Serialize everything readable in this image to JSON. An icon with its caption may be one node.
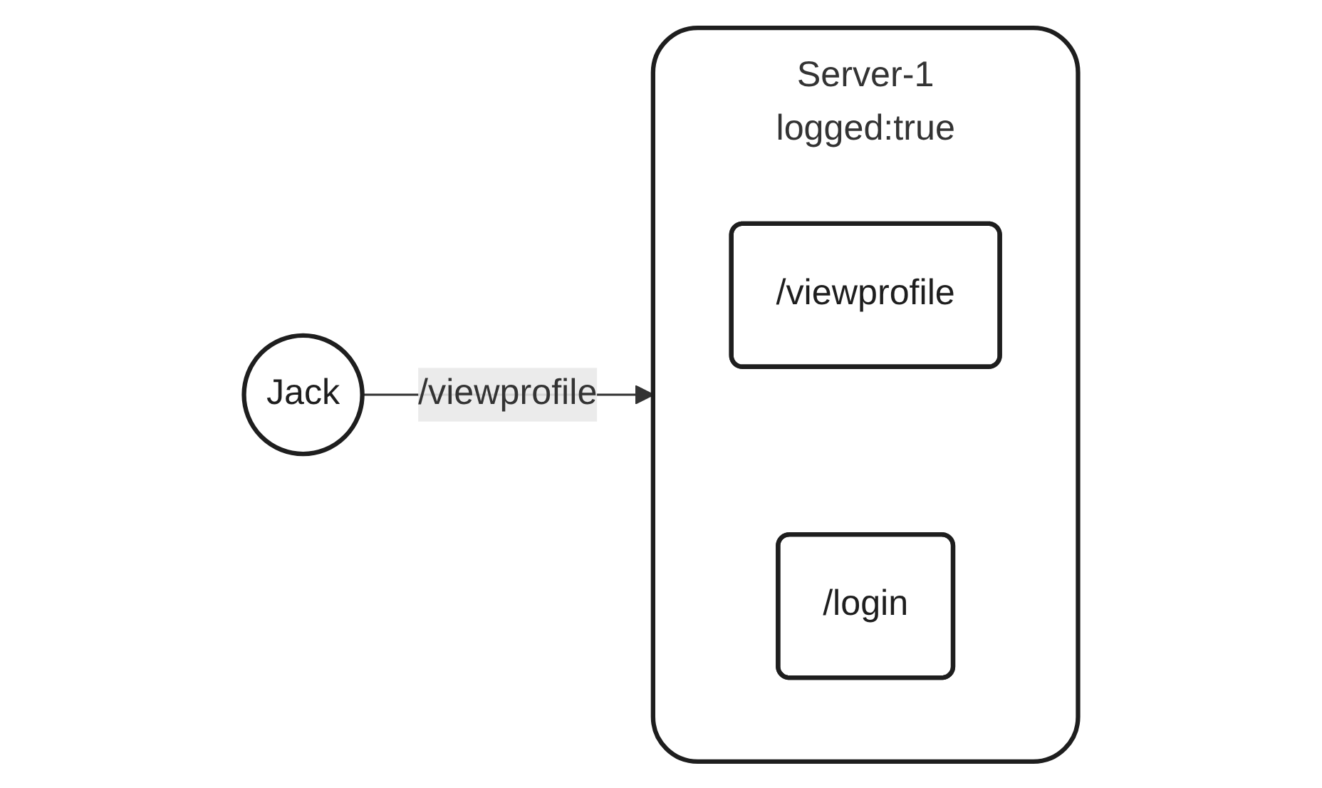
{
  "diagram": {
    "nodes": [
      {
        "text": [
          "Jack"
        ]
      },
      {
        "text": [
          "Server-1",
          "logged:true"
        ]
      },
      {
        "text": [
          "/viewprofile"
        ],
        "in": 1
      },
      {
        "text": [
          "/login"
        ],
        "in": 1
      }
    ],
    "edges": [
      {
        "from": 0,
        "to": 1,
        "arrow": "to",
        "label": "/viewprofile"
      }
    ]
  }
}
